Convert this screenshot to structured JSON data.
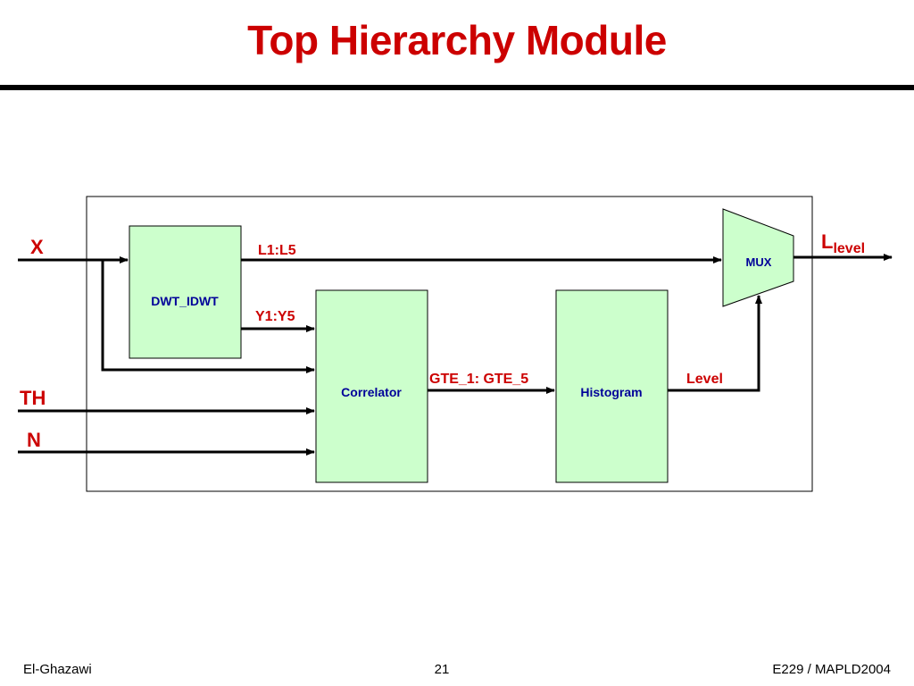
{
  "slide": {
    "title": "Top Hierarchy Module",
    "footer_left": "El-Ghazawi",
    "footer_page": "21",
    "footer_right": "E229 / MAPLD2004"
  },
  "diagram": {
    "blocks": {
      "dwt": "DWT_IDWT",
      "correlator": "Correlator",
      "histogram": "Histogram",
      "mux": "MUX"
    },
    "inputs": {
      "x": "X",
      "th": "TH",
      "n": "N"
    },
    "output": {
      "main": "L",
      "sub": "level"
    },
    "signals": {
      "l1_l5": "L1:L5",
      "y1_y5": "Y1:Y5",
      "gte": "GTE_1: GTE_5",
      "level": "Level"
    }
  },
  "colors": {
    "title": "#cc0000",
    "signal_label": "#cc0000",
    "block_label": "#000099",
    "block_fill": "#ccffcc"
  }
}
